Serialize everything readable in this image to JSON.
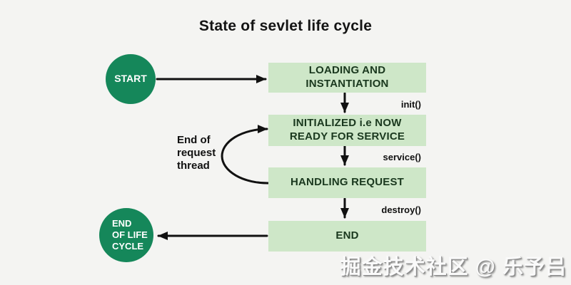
{
  "title": "State of sevlet life cycle",
  "diagram": {
    "start": {
      "label": "START"
    },
    "end_circle": {
      "label": "END\nOF LIFE\nCYCLE"
    },
    "boxes": [
      {
        "label": "LOADING AND INSTANTIATION"
      },
      {
        "label": "INITIALIZED i.e NOW\nREADY FOR SERVICE"
      },
      {
        "label": "HANDLING REQUEST"
      },
      {
        "label": "END"
      }
    ],
    "method_labels": [
      {
        "label": "init()"
      },
      {
        "label": "service()"
      },
      {
        "label": "destroy()"
      }
    ],
    "loop_label": "End of\nrequest\nthread",
    "colors": {
      "background": "#f4f4f2",
      "node_green": "#15875a",
      "box_green": "#cee7c8",
      "box_text": "#1a381e",
      "arrow_black": "#111111"
    }
  },
  "watermark": "掘金技术社区 @ 乐予吕"
}
